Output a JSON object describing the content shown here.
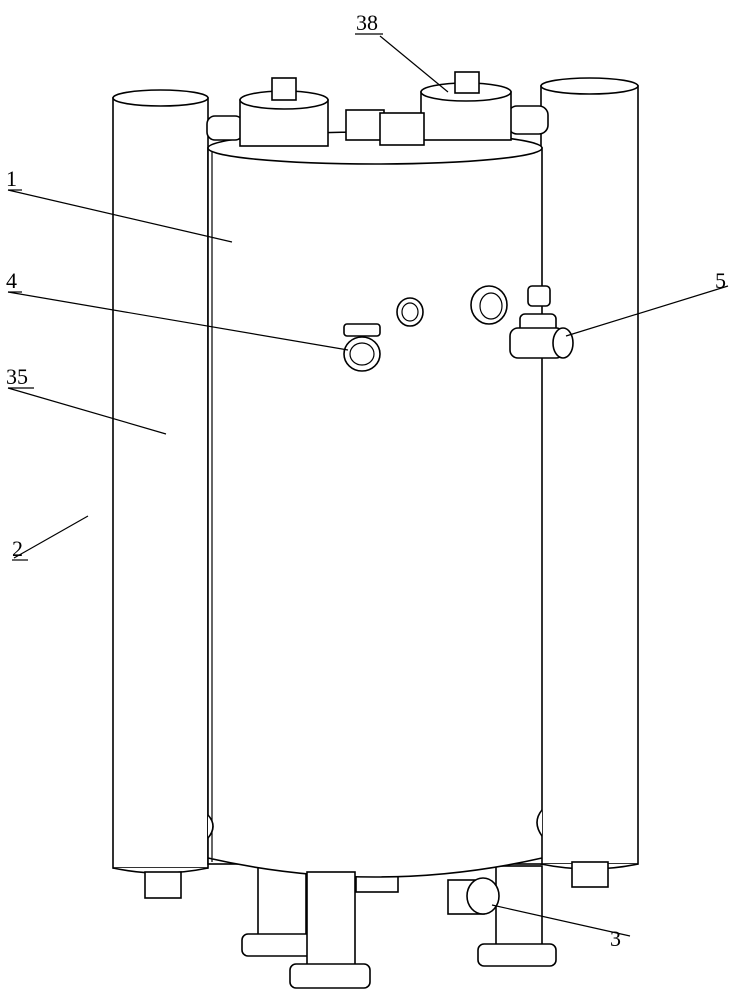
{
  "figure": {
    "labels": {
      "label_1": "1",
      "label_2": "2",
      "label_3": "3",
      "label_4": "4",
      "label_5": "5",
      "label_35": "35",
      "label_38": "38"
    },
    "colors": {
      "line": "#000000",
      "background": "#ffffff"
    }
  }
}
